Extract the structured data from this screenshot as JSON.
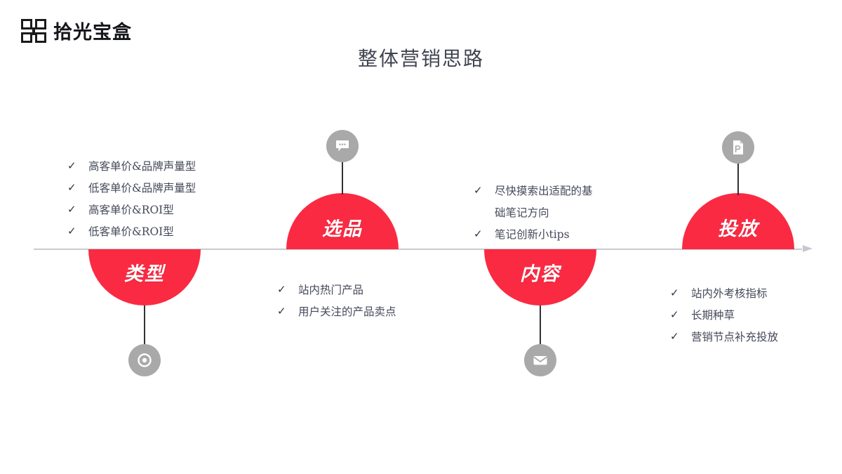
{
  "brand": {
    "logo_text": "拾光宝盒",
    "mark_icon": "grid-square-logo-icon"
  },
  "header": {
    "title": "整体营销思路"
  },
  "theme": {
    "accent_red": "#FA2A42",
    "axis_gray": "#C6C9CE",
    "badge_gray": "#A9A9A9",
    "text_color": "#45495A"
  },
  "timeline": {
    "nodes": [
      {
        "label": "类型",
        "orientation": "down",
        "icon": "location-pin-icon"
      },
      {
        "label": "选品",
        "orientation": "up",
        "icon": "chat-bubble-icon"
      },
      {
        "label": "内容",
        "orientation": "down",
        "icon": "envelope-icon"
      },
      {
        "label": "投放",
        "orientation": "up",
        "icon": "document-icon"
      }
    ]
  },
  "lists": {
    "type_group": {
      "items": [
        {
          "tick": "✓",
          "text": "高客单价&品牌声量型"
        },
        {
          "tick": "✓",
          "text": "低客单价&品牌声量型"
        },
        {
          "tick": "✓",
          "text": "高客单价&ROI型"
        },
        {
          "tick": "✓",
          "text": "低客单价&ROI型"
        }
      ]
    },
    "selection_group": {
      "items": [
        {
          "tick": "✓",
          "text": "站内热门产品"
        },
        {
          "tick": "✓",
          "text": "用户关注的产品卖点"
        }
      ]
    },
    "content_group": {
      "items": [
        {
          "tick": "✓",
          "text": "尽快摸索出适配的基"
        },
        {
          "tick": "",
          "text": "础笔记方向"
        },
        {
          "tick": "✓",
          "text": "笔记创新小tips"
        }
      ]
    },
    "delivery_group": {
      "items": [
        {
          "tick": "✓",
          "text": "站内外考核指标"
        },
        {
          "tick": "✓",
          "text": "长期种草"
        },
        {
          "tick": "✓",
          "text": "营销节点补充投放"
        }
      ]
    }
  }
}
